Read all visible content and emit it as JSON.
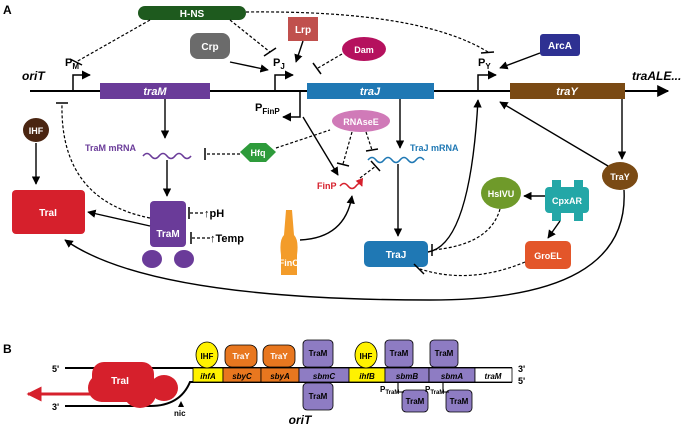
{
  "panel_a": {
    "label": "A",
    "hns": "H-NS",
    "crp": "Crp",
    "lrp": "Lrp",
    "dam": "Dam",
    "arca": "ArcA",
    "ihf": "IHF",
    "hfq": "Hfq",
    "rnasee": "RNAseE",
    "oriT": "oriT",
    "traALE": "traALE...",
    "promoters": {
      "pm": "P",
      "pm_sub": "M",
      "pj": "P",
      "pj_sub": "J",
      "py": "P",
      "py_sub": "Y",
      "pfinp": "P",
      "pfinp_sub": "FinP"
    },
    "genes": {
      "traM": "traM",
      "traJ": "traJ",
      "traY": "traY"
    },
    "mrna": {
      "traM": "TraM mRNA",
      "traJ": "TraJ mRNA"
    },
    "finP": "FinP",
    "finO": "FinO",
    "traI": "TraI",
    "traM_protein": "TraM",
    "traJ_protein": "TraJ",
    "traY_protein": "TraY",
    "ph": "↑pH",
    "temp": "↑Temp",
    "hslvu": "HslVU",
    "cpxar": "CpxAR",
    "groel": "GroEL"
  },
  "panel_b": {
    "label": "B",
    "five_prime_top": "5'",
    "three_prime_top": "3'",
    "five_prime_bottom": "5'",
    "three_prime_bottom": "3'",
    "traI": "TraI",
    "nic": "nic",
    "oriT": "oriT",
    "ihf": "IHF",
    "traY": "TraY",
    "traM": "TraM",
    "sites": [
      "ihfA",
      "sbyC",
      "sbyA",
      "sbmC",
      "ihfB",
      "sbmB",
      "sbmA",
      "traM"
    ],
    "ptraM": "P",
    "ptraM_sub": "TraM"
  },
  "colors": {
    "hns": "#1e5a1e",
    "crp": "#6b6b6b",
    "lrp": "#c0504d",
    "dam": "#b5115e",
    "arca": "#2e3192",
    "ihf": "#4a2511",
    "hfq": "#2e9b3b",
    "rnasee": "#d07ab8",
    "traM": "#6a3b99",
    "traJ": "#1f78b4",
    "traY": "#7a4a14",
    "traI": "#d6202c",
    "finO": "#f39c2a",
    "hslvu": "#6f9a2a",
    "cpxar": "#23a7a7",
    "groel": "#e3562a",
    "yellow": "#fff200",
    "orange_site": "#e8771f",
    "tramBox": "#8e7cc3"
  }
}
